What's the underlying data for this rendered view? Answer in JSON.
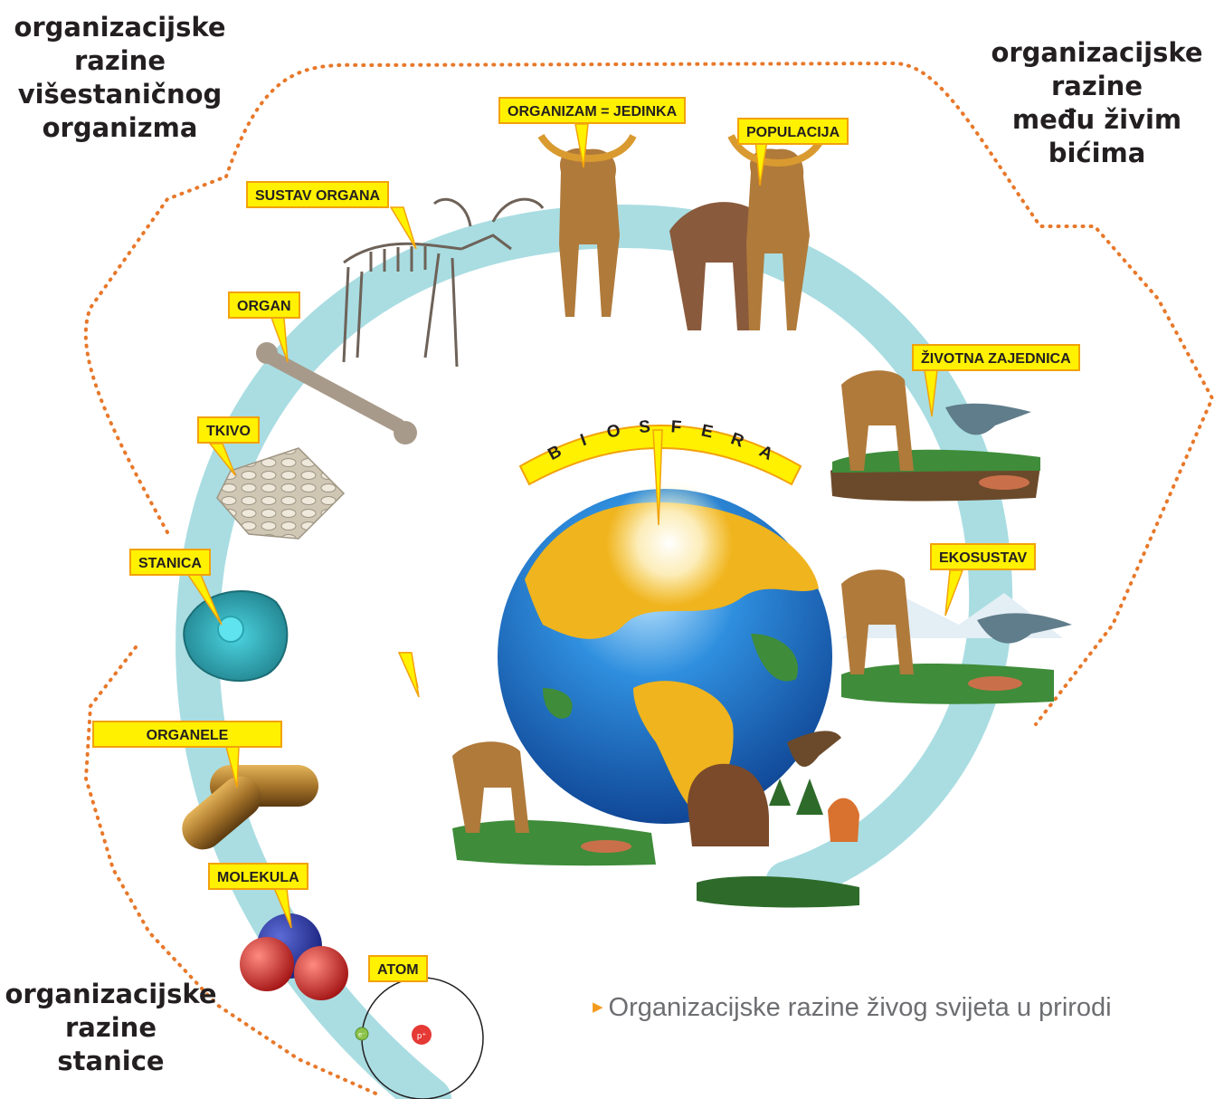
{
  "groups": {
    "multicellular": "organizacijske\nrazine\nvišestaničnog\norganizma",
    "between_living": "organizacijske\nrazine\nmeđu živim\nbićima",
    "cell": "organizacijske\nrazine\nstanice"
  },
  "levels": {
    "organism": "ORGANIZAM = JEDINKA",
    "population": "POPULACIJA",
    "organ_system": "SUSTAV ORGANA",
    "organ": "ORGAN",
    "tissue": "TKIVO",
    "cell": "STANICA",
    "community": "ŽIVOTNA ZAJEDNICA",
    "ecosystem": "EKOSUSTAV",
    "organelles": "ORGANELE",
    "molecule": "MOLEKULA",
    "atom": "ATOM"
  },
  "biosphere": [
    "B",
    "I",
    "O",
    "S",
    "F",
    "E",
    "R",
    "A"
  ],
  "atom_particles": {
    "electron": "e⁻",
    "proton": "p⁺"
  },
  "caption": "Organizacijske razine živog svijeta u prirodi",
  "colors": {
    "ring": "#a9dde2",
    "label_fill": "#fff100",
    "label_border": "#f2a20b",
    "dotted_line": "#e8782a",
    "moose": "#b07a3a",
    "ocean": "#1e6fbf",
    "land": "#f0b41e",
    "vegetation": "#3f8c3a",
    "cell": "#3aa6b3",
    "organelle": "#a8762b",
    "molecule_center": "#2d3e92",
    "molecule_atoms": "#d32f2f"
  },
  "icons": [
    "moose-skeleton-icon",
    "bone-icon",
    "tissue-icon",
    "cell-icon",
    "organelle-icon",
    "molecule-icon",
    "atom-icon",
    "moose-icon",
    "globe-icon",
    "bear-icon",
    "bird-icon",
    "fish-icon",
    "fox-icon",
    "eagle-icon"
  ]
}
